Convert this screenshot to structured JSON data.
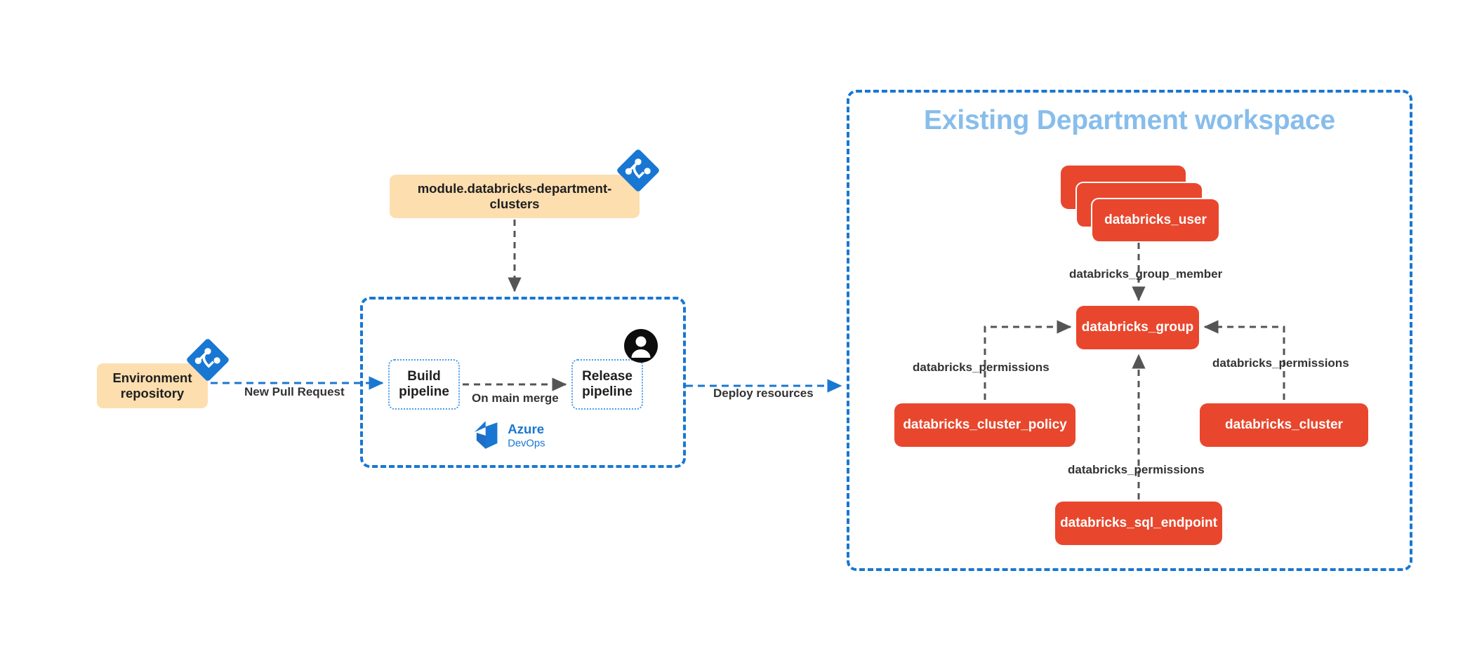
{
  "diagram": {
    "title": "Databricks department clusters deployment flow",
    "colors": {
      "accent_blue": "#1877d2",
      "resource_red": "#e8472d",
      "repo_orange": "#fcdeaf",
      "workspace_title": "#87bdeb",
      "edge_gray": "#555555"
    }
  },
  "left": {
    "env_repo": {
      "label": "Environment\nrepository",
      "line1": "Environment",
      "line2": "repository",
      "icon": "git-icon"
    },
    "module": {
      "label": "module.databricks-department-clusters",
      "icon": "git-icon"
    },
    "edges": {
      "new_pull_request": "New Pull Request",
      "on_main_merge": "On main merge",
      "deploy_resources": "Deploy resources"
    }
  },
  "azure_devops": {
    "brand_line1": "Azure",
    "brand_line2": "DevOps",
    "build_pipeline": {
      "line1": "Build",
      "line2": "pipeline"
    },
    "release_pipeline": {
      "line1": "Release",
      "line2": "pipeline"
    },
    "approver_icon": "person-icon"
  },
  "workspace": {
    "title": "Existing Department workspace",
    "resources": [
      {
        "id": "databricks_user",
        "label": "databricks_user",
        "stacked": true
      },
      {
        "id": "databricks_group",
        "label": "databricks_group",
        "stacked": false
      },
      {
        "id": "databricks_cluster_policy",
        "label": "databricks_cluster_policy",
        "stacked": false
      },
      {
        "id": "databricks_cluster",
        "label": "databricks_cluster",
        "stacked": false
      },
      {
        "id": "databricks_sql_endpoint",
        "label": "databricks_sql_endpoint",
        "stacked": false
      }
    ],
    "edges": {
      "group_member": "databricks_group_member",
      "permissions_left": "databricks_permissions",
      "permissions_right": "databricks_permissions",
      "permissions_bottom": "databricks_permissions"
    }
  }
}
